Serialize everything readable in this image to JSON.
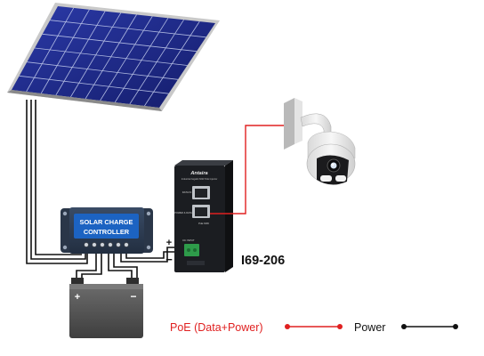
{
  "controller": {
    "line1": "SOLAR CHARGE",
    "line2": "CONTROLLER"
  },
  "injector": {
    "model": "I69-206",
    "brand": "Antaira",
    "header_text": "Industrial Gigabit 60W PoE Injector",
    "port_data_in": "DATA IN",
    "port_power_data_out": "POWER & DATA OUT",
    "port_note": "PoE 60W",
    "terminal_label": "DC INPUT"
  },
  "polarity": {
    "plus": "+",
    "minus": "−"
  },
  "battery": {
    "plus": "+",
    "minus": "−"
  },
  "legend": {
    "poe_label": "PoE (Data+Power)",
    "power_label": "Power",
    "poe_color": "#e02020",
    "power_color": "#111111"
  },
  "colors": {
    "controller_body": "#2c3c52",
    "controller_screen": "#1c63c2",
    "panel_cell": "#1e2a8c",
    "battery_body": "#5a5a5a",
    "injector_body": "#1b1d21",
    "terminal_green": "#2e9b4a"
  }
}
